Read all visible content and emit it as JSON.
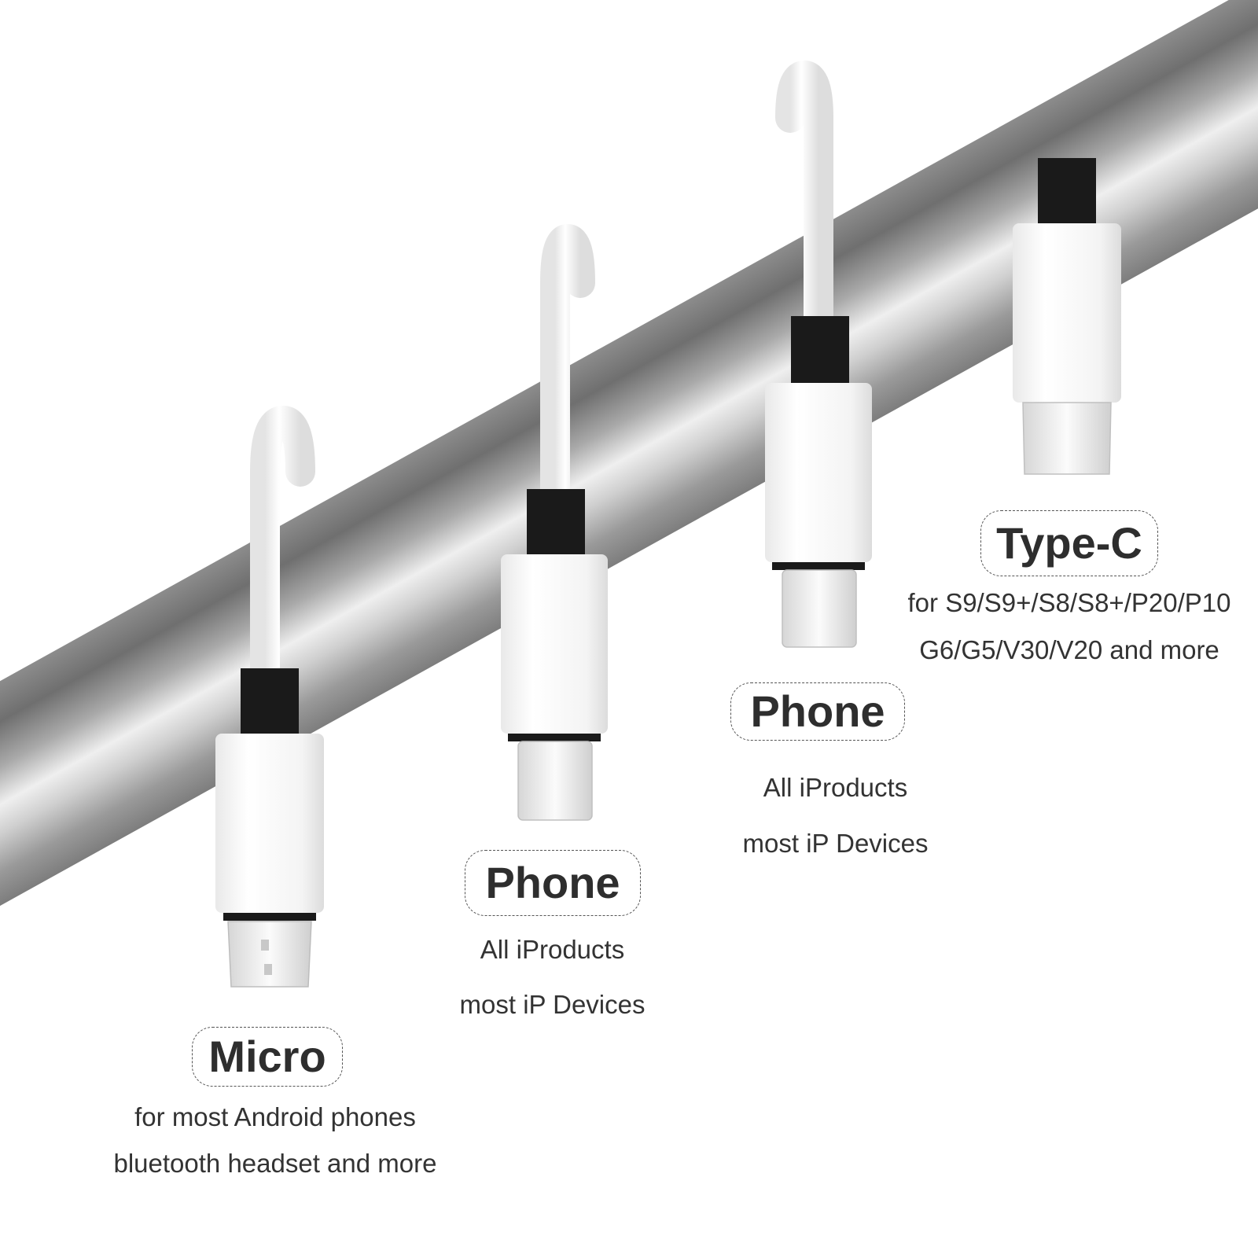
{
  "colors": {
    "rod_dark": "#7a7a7a",
    "rod_light": "#e8e8e8",
    "cable_white": "#f7f7f7",
    "collar_black": "#1a1a1a",
    "text": "#333333"
  },
  "connectors": [
    {
      "type": "micro-usb",
      "title": "Micro",
      "lines": [
        "for most Android phones",
        "bluetooth headset and more"
      ]
    },
    {
      "type": "lightning",
      "title": "Phone",
      "lines": [
        "All iProducts",
        "most iP Devices"
      ]
    },
    {
      "type": "lightning",
      "title": "Phone",
      "lines": [
        "All iProducts",
        "most iP Devices"
      ]
    },
    {
      "type": "usb-c",
      "title": "Type-C",
      "lines": [
        "for S9/S9+/S8/S8+/P20/P10",
        "G6/G5/V30/V20 and more"
      ]
    }
  ]
}
